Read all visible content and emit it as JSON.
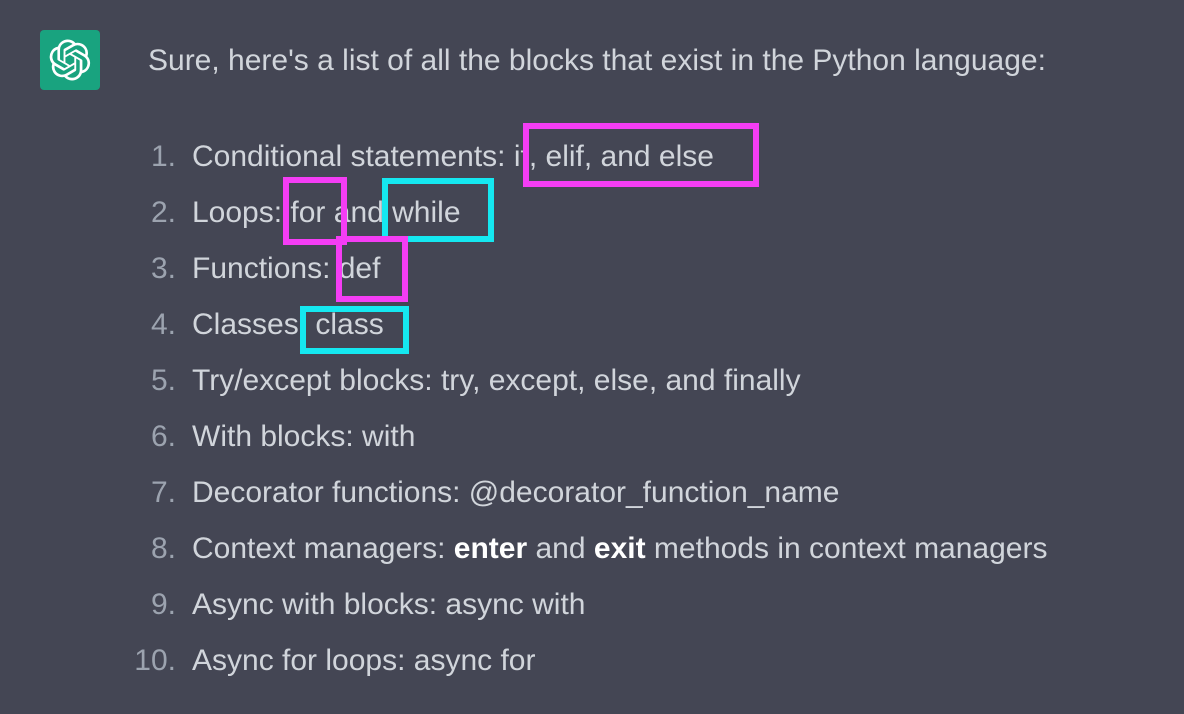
{
  "assistant": {
    "avatar_icon": "openai-logo-icon",
    "avatar_color": "#19a37f"
  },
  "message": {
    "intro": "Sure, here's a list of all the blocks that exist in the Python language:",
    "items": [
      {
        "num": "1.",
        "text": "Conditional statements: if, elif, and else"
      },
      {
        "num": "2.",
        "text": "Loops: for and while"
      },
      {
        "num": "3.",
        "text": "Functions: def"
      },
      {
        "num": "4.",
        "text": "Classes: class"
      },
      {
        "num": "5.",
        "text": "Try/except blocks: try, except, else, and finally"
      },
      {
        "num": "6.",
        "text": "With blocks: with"
      },
      {
        "num": "7.",
        "text": "Decorator functions: @decorator_function_name"
      },
      {
        "num": "8.",
        "pre": "Context managers: ",
        "bold1": "enter",
        "mid": " and ",
        "bold2": "exit",
        "post": " methods in context managers"
      },
      {
        "num": "9.",
        "text": "Async with blocks: async with"
      },
      {
        "num": "10.",
        "text": "Async for loops: async for"
      }
    ]
  },
  "highlights": {
    "magenta_color": "#f43df4",
    "cyan_color": "#15e8f0"
  }
}
